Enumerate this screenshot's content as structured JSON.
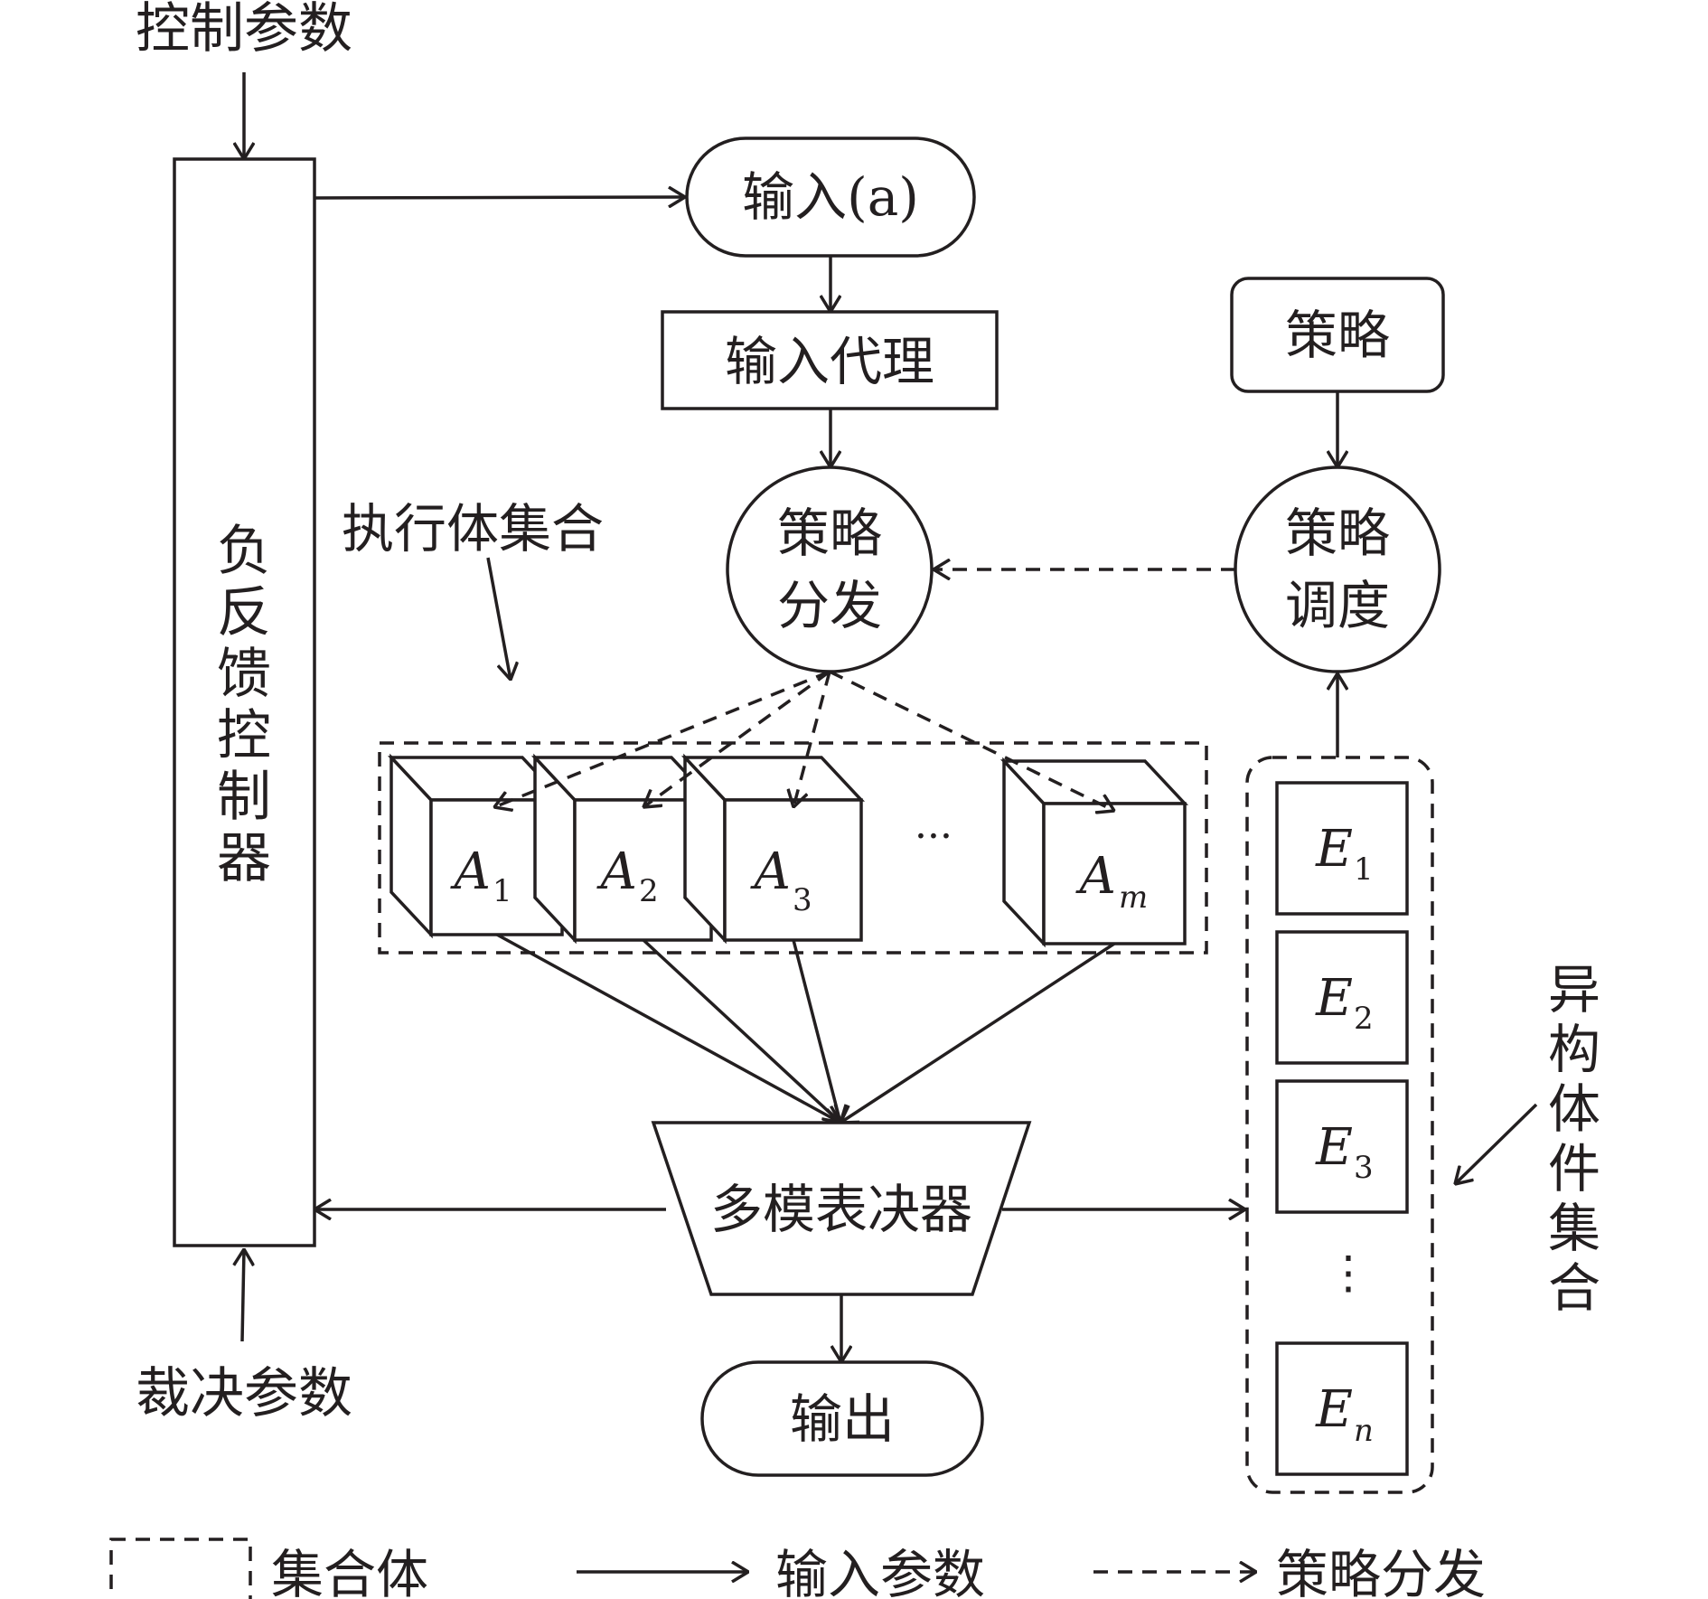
{
  "params": {
    "control": "控制参数",
    "verdict": "裁决参数"
  },
  "controller": {
    "chars": [
      "负",
      "反",
      "馈",
      "控",
      "制",
      "器"
    ]
  },
  "flow": {
    "input": "输入(a)",
    "input_proxy": "输入代理",
    "dispatch": [
      "策略",
      "分发"
    ],
    "strategy": "策略",
    "schedule": [
      "策略",
      "调度"
    ],
    "voter": "多模表决器",
    "output": "输出"
  },
  "executors": {
    "label": "执行体集合",
    "items": [
      {
        "main": "A",
        "sub": "1"
      },
      {
        "main": "A",
        "sub": "2"
      },
      {
        "main": "A",
        "sub": "3"
      },
      {
        "main": "A",
        "sub": "m"
      }
    ],
    "ellipsis": "···"
  },
  "heterogeneous": {
    "label_chars": [
      "异",
      "构",
      "体",
      "件",
      "集",
      "合"
    ],
    "items": [
      {
        "main": "E",
        "sub": "1"
      },
      {
        "main": "E",
        "sub": "2"
      },
      {
        "main": "E",
        "sub": "3"
      },
      {
        "main": "E",
        "sub": "n"
      }
    ],
    "ellipsis": "⋮"
  },
  "legend": {
    "set": "集合体",
    "input_param": "输入参数",
    "strategy_dispatch": "策略分发"
  }
}
